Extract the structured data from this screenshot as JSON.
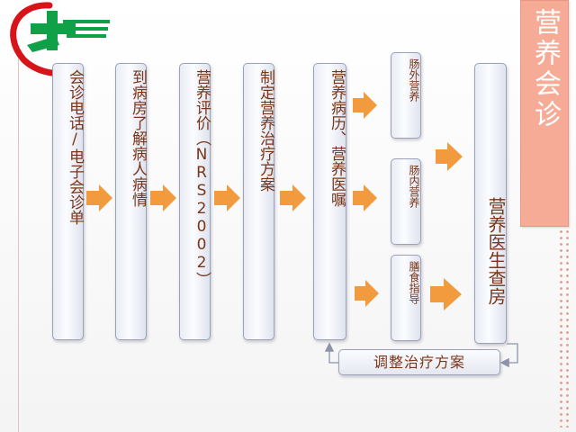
{
  "title": "营养会诊",
  "steps": [
    {
      "label": "会诊电话/电子会诊单"
    },
    {
      "label": "到病房了解病人病情"
    },
    {
      "label": "营养评价（NRS2002）"
    },
    {
      "label": "制定营养治疗方案"
    },
    {
      "label": "营养病历、营养医嘱"
    }
  ],
  "routes": [
    {
      "label": "肠外营养"
    },
    {
      "label": "肠内营养"
    },
    {
      "label": "膳食指导"
    }
  ],
  "final": {
    "label": "营养医生查房"
  },
  "feedback": {
    "label": "调整治疗方案"
  },
  "colors": {
    "arrow": "#f29a3e",
    "title_panel": "#f6ab96",
    "text": "#7a3618",
    "logo_red": "#d8141b",
    "logo_green": "#10a048"
  }
}
